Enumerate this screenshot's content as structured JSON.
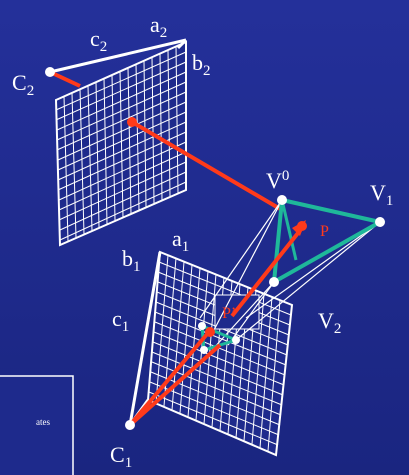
{
  "labels": {
    "a2": {
      "base": "a",
      "sub": "2"
    },
    "b2": {
      "base": "b",
      "sub": "2"
    },
    "c2": {
      "base": "c",
      "sub": "2"
    },
    "C2": {
      "base": "C",
      "sub": "2"
    },
    "V0": {
      "base": "V",
      "sub": "0"
    },
    "V1": {
      "base": "V",
      "sub": "1"
    },
    "V2": {
      "base": "V",
      "sub": "2"
    },
    "P": {
      "base": "P"
    },
    "a1": {
      "base": "a",
      "sub": "1"
    },
    "b1": {
      "base": "b",
      "sub": "1"
    },
    "c1": {
      "base": "c",
      "sub": "1"
    },
    "C1": {
      "base": "C",
      "sub": "1"
    },
    "Pprime": {
      "base": "P’"
    }
  },
  "note": {
    "text": "ates"
  },
  "colors": {
    "background": "#1e2a8c",
    "ray": "#ff3a1a",
    "triangle": "#1fb89a",
    "lines": "#ffffff"
  }
}
